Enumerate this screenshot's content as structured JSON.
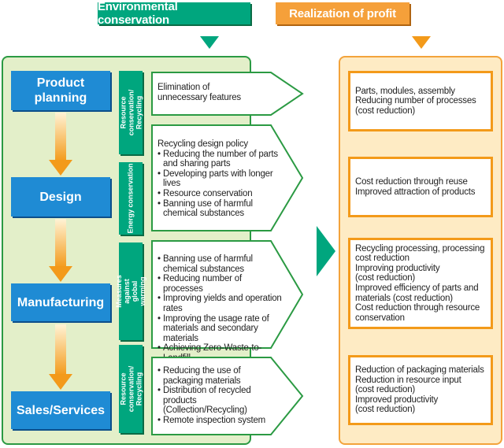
{
  "headers": {
    "environmental": "Environmental conservation",
    "profit": "Realization of profit"
  },
  "colors": {
    "green": "#00a67e",
    "green_border": "#2b9a43",
    "green_panel": "#e3efc9",
    "orange": "#f5a03a",
    "orange_border": "#f39a1a",
    "orange_panel": "#feebc4",
    "blue": "#1f8bd4"
  },
  "stages": [
    {
      "label": "Product planning"
    },
    {
      "label": "Design"
    },
    {
      "label": "Manufacturing"
    },
    {
      "label": "Sales/Services"
    }
  ],
  "categories": [
    {
      "label": "Resource conservation/ Recycling"
    },
    {
      "label": "Energy conservation"
    },
    {
      "label": "Measures against global warming"
    },
    {
      "label": "Resource conservation/ Recycling"
    }
  ],
  "measures": [
    {
      "title": "Elimination of unnecessary features",
      "items": []
    },
    {
      "title": "Recycling design policy",
      "items": [
        "Reducing the number of parts and sharing parts",
        "Developing parts with longer lives",
        "Resource conservation",
        "Banning use of harmful chemical substances"
      ]
    },
    {
      "title": "",
      "items": [
        "Banning use of harmful chemical substances",
        "Reducing number of processes",
        "Improving yields and operation rates",
        "Improving the usage rate of materials and secondary materials",
        "Achieving Zero-Waste-to-Landfill"
      ]
    },
    {
      "title": "",
      "items": [
        "Reducing the use of packaging materials",
        "Distribution of recycled products (Collection/Recycling)",
        "Remote inspection system"
      ]
    }
  ],
  "profits": [
    {
      "lines": [
        "Parts, modules, assembly",
        "Reducing number of processes",
        "(cost reduction)"
      ]
    },
    {
      "lines": [
        "Cost reduction through reuse",
        "Improved attraction of products"
      ]
    },
    {
      "lines": [
        "Recycling processing, processing cost reduction",
        "Improving productivity",
        "(cost reduction)",
        "Improved efficiency of parts and materials (cost reduction)",
        "Cost reduction through resource conservation"
      ]
    },
    {
      "lines": [
        "Reduction of packaging materials",
        "Reduction in resource input",
        "(cost reduction)",
        "Improved productivity",
        "(cost reduction)"
      ]
    }
  ]
}
